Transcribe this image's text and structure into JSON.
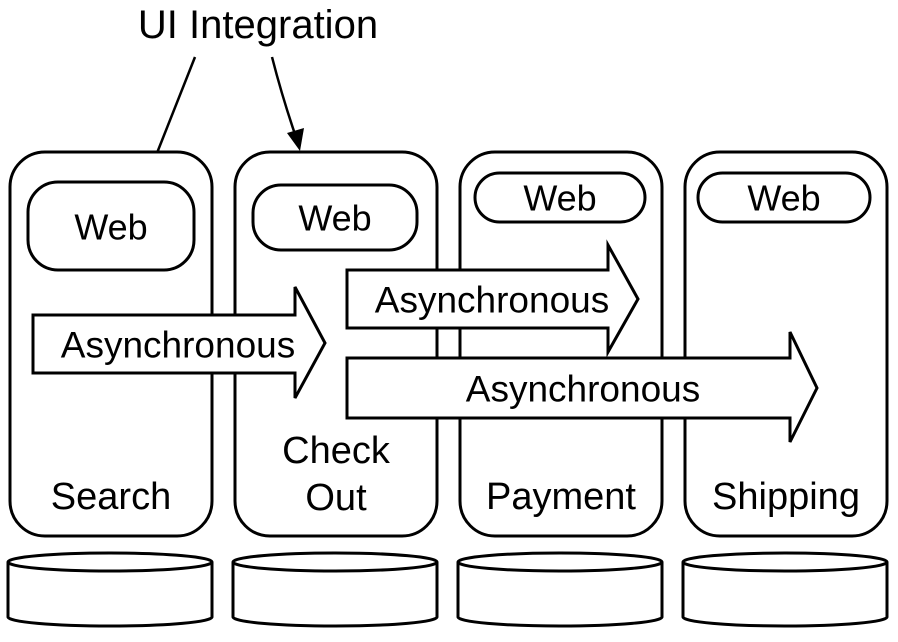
{
  "diagram": {
    "title": "UI Integration",
    "services": [
      {
        "name": "Search",
        "lines": [
          "Search"
        ],
        "component": "Web",
        "has_datastore": true
      },
      {
        "name": "Check Out",
        "lines": [
          "Check",
          "Out"
        ],
        "component": "Web",
        "has_datastore": true
      },
      {
        "name": "Payment",
        "lines": [
          "Payment"
        ],
        "component": "Web",
        "has_datastore": true
      },
      {
        "name": "Shipping",
        "lines": [
          "Shipping"
        ],
        "component": "Web",
        "has_datastore": true
      }
    ],
    "arrows": [
      {
        "label": "Asynchronous",
        "from": "Search",
        "to": "Check Out"
      },
      {
        "label": "Asynchronous",
        "from": "Check Out",
        "to": "Payment"
      },
      {
        "label": "Asynchronous",
        "from": "Check Out",
        "to": "Shipping"
      }
    ],
    "ui_integration_targets": [
      "Search",
      "Check Out"
    ],
    "colors": {
      "stroke": "#000000",
      "fill": "#ffffff"
    }
  }
}
